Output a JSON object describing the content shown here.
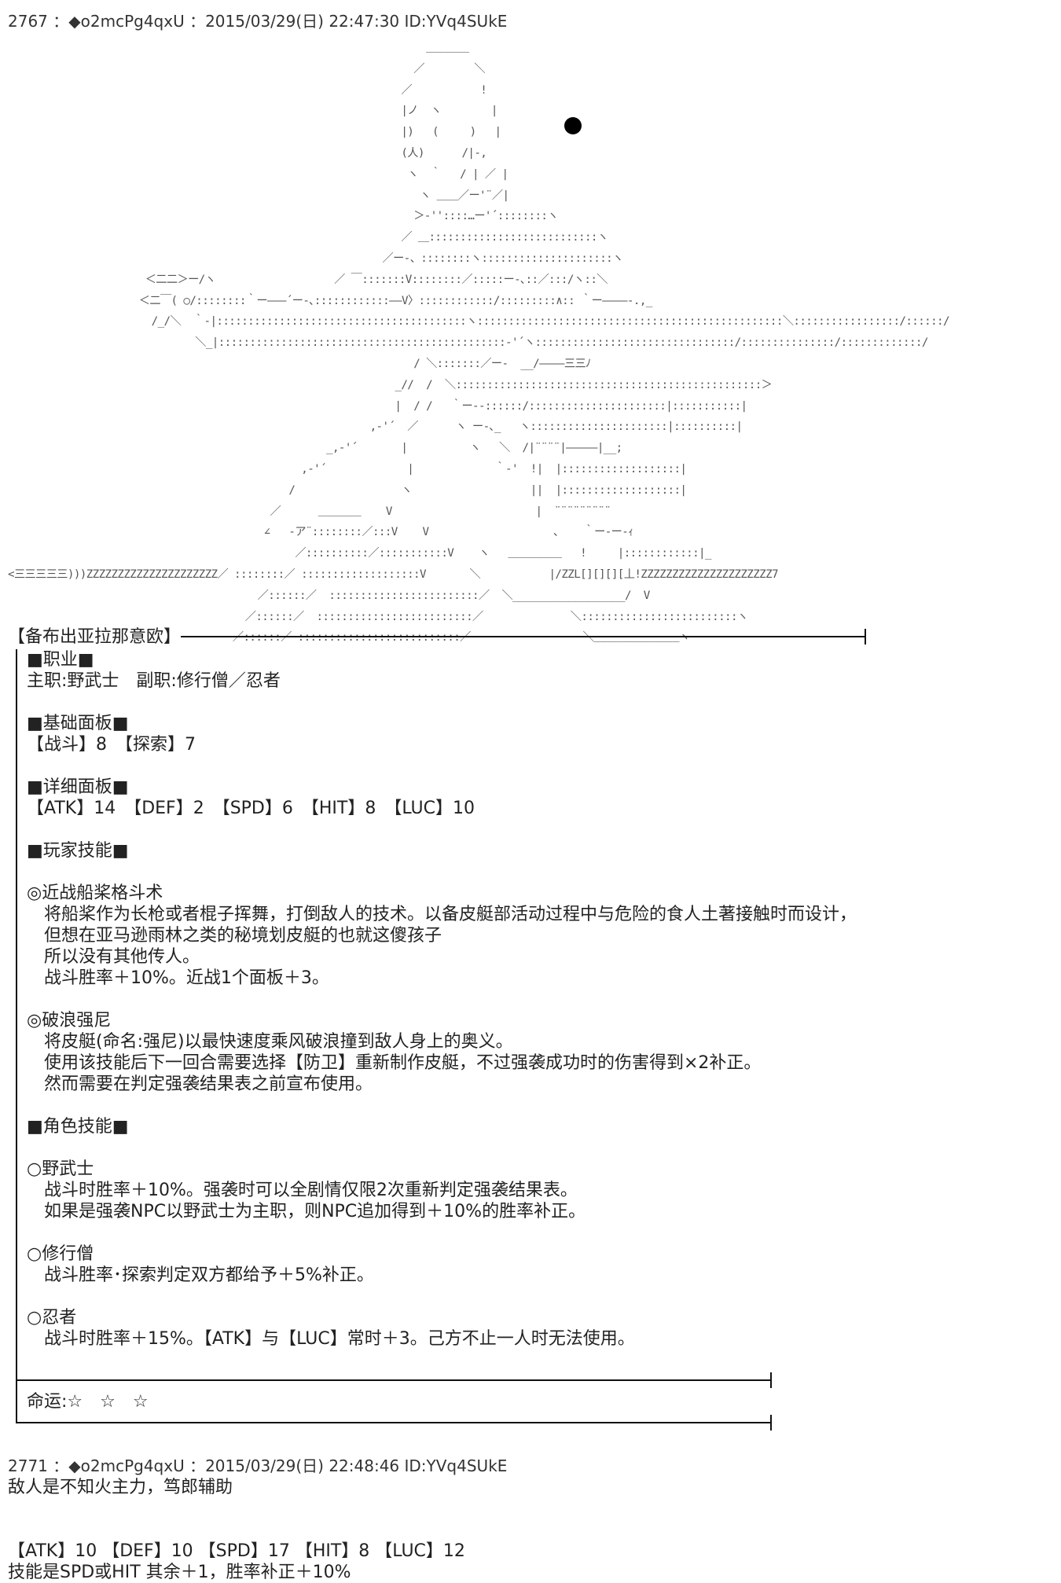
{
  "posts": [
    {
      "header": "2767 ：◆o2mcPg4qxU ：2015/03/29(日) 22:47:30 ID:YVq4SUkE"
    },
    {
      "header": "2771 ：◆o2mcPg4qxU ：2015/03/29(日) 22:48:46 ID:YVq4SUkE",
      "body": [
        "敌人是不知火主力，笃郎辅助",
        "",
        "",
        "【ATK】10 【DEF】10 【SPD】17 【HIT】8 【LUC】12",
        "技能是SPD或HIT 其余＋1，胜率补正＋10%"
      ]
    }
  ],
  "ascii_art": [
    "                                                                   ＿＿＿＿",
    "                                                                 ／        ＼",
    "                                                               ／           !",
    "                                                               |ノ  ヽ        |",
    "                                                               |)   (     )   |",
    "                                                               (人)      /|-,",
    "                                                                ヽ  ｀   / | ／ |",
    "                                                                  ヽ ＿＿／ー'¨／|",
    "                                                                 ＞-''::::…ー'´::::::::ヽ",
    "                                                               ／ ＿:::::::::::::::::::::::::::ヽ",
    "                                                            ／ー-、::::::::ヽ:::::::::::::::::::::ヽ",
    "                      ＜二二＞ー/ヽ                   ／ ￣:::::::V::::::::／:::::ー-､::／:::/ヽ::＼",
    "                     ＜二￣( ○/::::::::｀ー―――´ー-､::::::::::::――V〉::::::::::::/:::::::::∧:: ｀ー――――-.,_",
    "                       /_/＼  ｀-|::::::::::::::::::::::::::::::::::::::::ヽ:::::::::::::::::::::::::::::::::::::::::::::::::＼:::::::::::::::::/::::::/",
    "                              ＼_|::::::::::::::::::::::::::::::::::::::::::::::-'´ヽ::::::::::::::::::::::::::::::::/:::::::::::::::/:::::::::::::/",
    "                                                                 / ＼:::::::／ー-  __/――――三三ﾉ",
    "                                                              _//  /  ＼:::::::::::::::::::::::::::::::::::::::::::::::::＞",
    "                                                              |  / /   ｀ー--::::::/::::::::::::::::::::::|:::::::::::|",
    "                                                          ,-'´  ／      ヽ ー-､_   ヽ::::::::::::::::::::::|::::::::::|",
    "                                                   _,-'´       |          ヽ   ＼  /|¨¨¨¨|―――――|__;",
    "                                               ,-'´             |             ｀-'  !|  |:::::::::::::::::::|",
    "                                             /                 ヽ                   ||  |:::::::::::::::::::|",
    "                                          ／      ＿＿＿＿    V                       |  ¨¨¨¨¨¨¨¨¨",
    "                                         ∠   -ア¨::::::::／:::V    V                    ､    ｀ー-ー-ｨ",
    "                                              ／::::::::::／:::::::::::V    ヽ   ＿＿＿＿＿   !     |::::::::::::|_",
    "<三三三三三)))ZZZZZZZZZZZZZZZZZZZZZ／ ::::::::／ :::::::::::::::::::V       ＼           |/ZZL[][][][丄!ZZZZZZZZZZZZZZZZZZZZZ7",
    "                                        ／::::::／  ::::::::::::::::::::::::／  ＼__________________/  V",
    "                                      ／::::::／  :::::::::::::::::::::::::／              ＼:::::::::::::::::::::::::ヽ",
    "                                    ／::::::／ ::::::::::::::::::::::::::／                  ＼＿＿＿＿＿＿＿＿ヽ"
  ],
  "sheet": {
    "title": "【备布出亚拉那意欧】",
    "lines": [
      "■职业■",
      "主职:野武士　副职:修行僧／忍者",
      "",
      "■基础面板■",
      "【战斗】8　【探索】7",
      "",
      "■详细面板■",
      "【ATK】14　【DEF】2　【SPD】6　【HIT】8　【LUC】10",
      "",
      "■玩家技能■",
      "",
      "◎近战船桨格斗术",
      "　将船桨作为长枪或者棍子挥舞，打倒敌人的技术。以备皮艇部活动过程中与危险的食人土著接触时而设计，",
      "　但想在亚马逊雨林之类的秘境划皮艇的也就这傻孩子",
      "　所以没有其他传人。",
      "　战斗胜率＋10%。近战1个面板＋3。",
      "",
      "◎破浪强尼",
      "　将皮艇(命名:强尼)以最快速度乘风破浪撞到敌人身上的奥义。",
      "　使用该技能后下一回合需要选择【防卫】重新制作皮艇，不过强袭成功时的伤害得到×2补正。",
      "　然而需要在判定强袭结果表之前宣布使用。",
      "",
      "■角色技能■",
      "",
      "○野武士",
      "　战斗时胜率＋10%。强袭时可以全剧情仅限2次重新判定强袭结果表。",
      "　如果是强袭NPC以野武士为主职，则NPC追加得到＋10%的胜率补正。",
      "",
      "○修行僧",
      "　战斗胜率･探索判定双方都给予＋5%补正。",
      "",
      "○忍者",
      "　战斗时胜率＋15%。【ATK】与【LUC】常时＋3。己方不止一人时无法使用。"
    ],
    "fate_label": "命运:☆　☆　☆"
  }
}
